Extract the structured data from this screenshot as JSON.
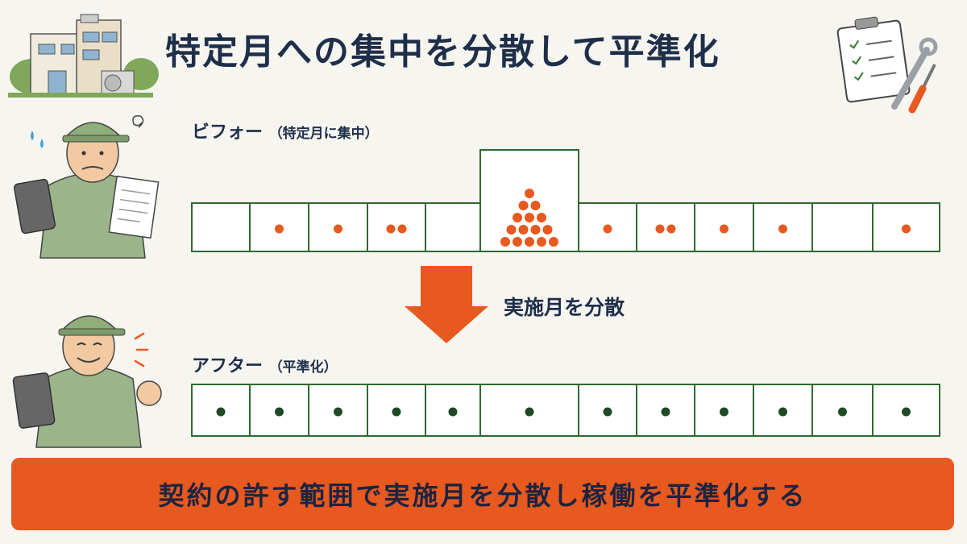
{
  "title": "特定月への集中を分散して平準化",
  "before": {
    "label": "ビフォー",
    "sublabel": "（特定月に集中）",
    "dots_per_month": [
      0,
      1,
      1,
      2,
      0,
      15,
      1,
      2,
      1,
      1,
      0,
      1
    ]
  },
  "after": {
    "label": "アフター",
    "sublabel": "（平準化）",
    "dots_per_month": [
      1,
      1,
      1,
      1,
      1,
      1,
      1,
      1,
      1,
      1,
      1,
      1
    ]
  },
  "arrow_label": "実施月を分散",
  "banner": "契約の許す範囲で実施月を分散し稼働を平準化する",
  "colors": {
    "title": "#1f2f4a",
    "cell_border": "#2f6a2f",
    "before_dot": "#e8591f",
    "after_dot": "#1f4a25",
    "arrow": "#e8591f",
    "banner": "#e8591f"
  },
  "icons": [
    "building-icon",
    "clipboard-icon",
    "wrench-icon",
    "screwdriver-icon",
    "worried-worker-icon",
    "happy-worker-icon"
  ]
}
